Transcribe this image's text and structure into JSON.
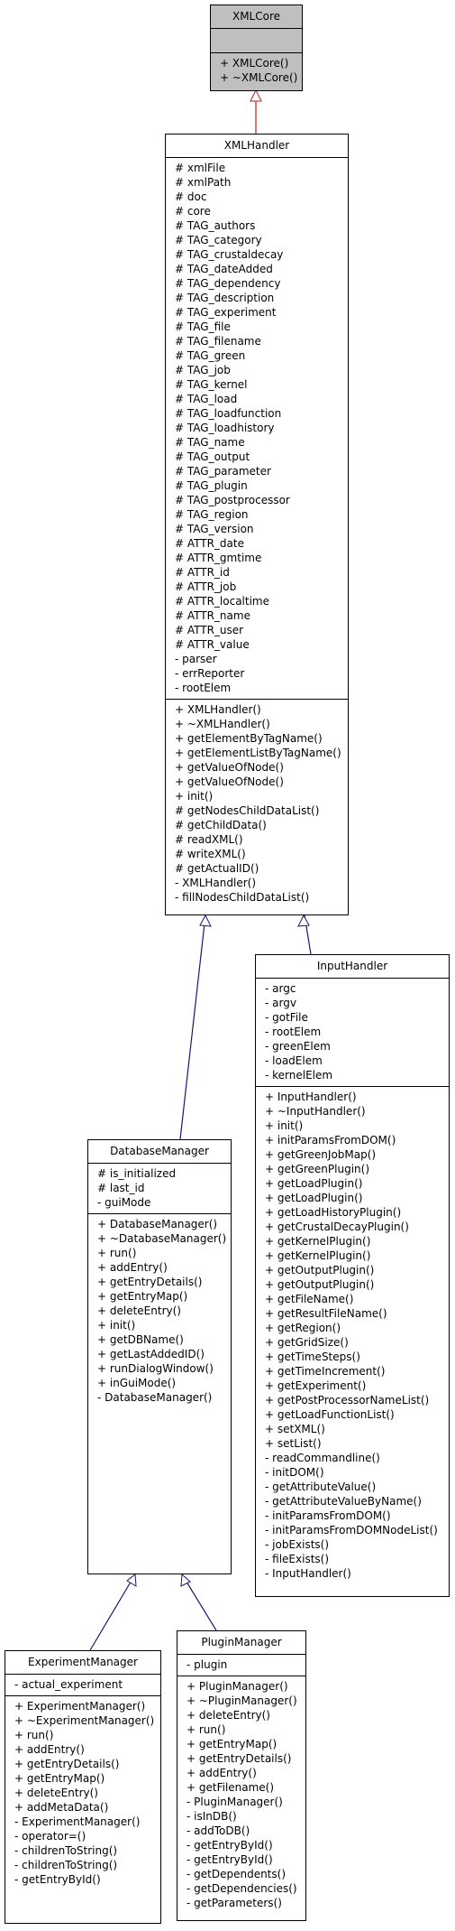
{
  "colors": {
    "inherit_red": "#b22222",
    "inherit_blue": "#191970",
    "highlight": "#bfbfbf"
  },
  "classes": {
    "xmlcore": {
      "name": "XMLCore",
      "attributes": [],
      "methods": [
        "+ XMLCore()",
        "+ ~XMLCore()"
      ]
    },
    "xmlhandler": {
      "name": "XMLHandler",
      "attributes": [
        "# xmlFile",
        "# xmlPath",
        "# doc",
        "# core",
        "# TAG_authors",
        "# TAG_category",
        "# TAG_crustaldecay",
        "# TAG_dateAdded",
        "# TAG_dependency",
        "# TAG_description",
        "# TAG_experiment",
        "# TAG_file",
        "# TAG_filename",
        "# TAG_green",
        "# TAG_job",
        "# TAG_kernel",
        "# TAG_load",
        "# TAG_loadfunction",
        "# TAG_loadhistory",
        "# TAG_name",
        "# TAG_output",
        "# TAG_parameter",
        "# TAG_plugin",
        "# TAG_postprocessor",
        "# TAG_region",
        "# TAG_version",
        "# ATTR_date",
        "# ATTR_gmtime",
        "# ATTR_id",
        "# ATTR_job",
        "# ATTR_localtime",
        "# ATTR_name",
        "# ATTR_user",
        "# ATTR_value",
        "- parser",
        "- errReporter",
        "- rootElem"
      ],
      "methods": [
        "+ XMLHandler()",
        "+ ~XMLHandler()",
        "+ getElementByTagName()",
        "+ getElementListByTagName()",
        "+ getValueOfNode()",
        "+ getValueOfNode()",
        "+ init()",
        "# getNodesChildDataList()",
        "# getChildData()",
        "# readXML()",
        "# writeXML()",
        "# getActualID()",
        "- XMLHandler()",
        "- fillNodesChildDataList()"
      ]
    },
    "inputhandler": {
      "name": "InputHandler",
      "attributes": [
        "- argc",
        "- argv",
        "- gotFile",
        "- rootElem",
        "- greenElem",
        "- loadElem",
        "- kernelElem"
      ],
      "methods": [
        "+ InputHandler()",
        "+ ~InputHandler()",
        "+ init()",
        "+ initParamsFromDOM()",
        "+ getGreenJobMap()",
        "+ getGreenPlugin()",
        "+ getLoadPlugin()",
        "+ getLoadPlugin()",
        "+ getLoadHistoryPlugin()",
        "+ getCrustalDecayPlugin()",
        "+ getKernelPlugin()",
        "+ getKernelPlugin()",
        "+ getOutputPlugin()",
        "+ getOutputPlugin()",
        "+ getFileName()",
        "+ getResultFileName()",
        "+ getRegion()",
        "+ getGridSize()",
        "+ getTimeSteps()",
        "+ getTimeIncrement()",
        "+ getExperiment()",
        "+ getPostProcessorNameList()",
        "+ getLoadFunctionList()",
        "+ setXML()",
        "+ setList()",
        "- readCommandline()",
        "- initDOM()",
        "- getAttributeValue()",
        "- getAttributeValueByName()",
        "- initParamsFromDOM()",
        "- initParamsFromDOMNodeList()",
        "- jobExists()",
        "- fileExists()",
        "- InputHandler()"
      ]
    },
    "databasemanager": {
      "name": "DatabaseManager",
      "attributes": [
        "# is_initialized",
        "# last_id",
        "- guiMode"
      ],
      "methods": [
        "+ DatabaseManager()",
        "+ ~DatabaseManager()",
        "+ run()",
        "+ addEntry()",
        "+ getEntryDetails()",
        "+ getEntryMap()",
        "+ deleteEntry()",
        "+ init()",
        "+ getDBName()",
        "+ getLastAddedID()",
        "+ runDialogWindow()",
        "+ inGuiMode()",
        "- DatabaseManager()"
      ]
    },
    "experimentmanager": {
      "name": "ExperimentManager",
      "attributes": [
        "- actual_experiment"
      ],
      "methods": [
        "+ ExperimentManager()",
        "+ ~ExperimentManager()",
        "+ run()",
        "+ addEntry()",
        "+ getEntryDetails()",
        "+ getEntryMap()",
        "+ deleteEntry()",
        "+ addMetaData()",
        "- ExperimentManager()",
        "- operator=()",
        "- childrenToString()",
        "- childrenToString()",
        "- getEntryById()"
      ]
    },
    "pluginmanager": {
      "name": "PluginManager",
      "attributes": [
        "- plugin"
      ],
      "methods": [
        "+ PluginManager()",
        "+ ~PluginManager()",
        "+ deleteEntry()",
        "+ run()",
        "+ getEntryMap()",
        "+ getEntryDetails()",
        "+ addEntry()",
        "+ getFilename()",
        "- PluginManager()",
        "- isInDB()",
        "- addToDB()",
        "- getEntryById()",
        "- getEntryById()",
        "- getDependents()",
        "- getDependencies()",
        "- getParameters()"
      ]
    }
  }
}
